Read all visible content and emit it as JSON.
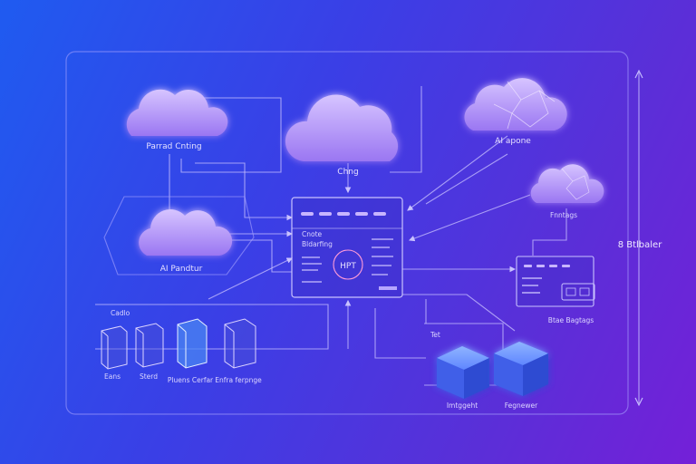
{
  "clouds": {
    "top_left": "Parrad Cnting",
    "center": "Chng",
    "top_right": "AI apone",
    "right": "Fnntags",
    "left": "AI Pandtur"
  },
  "hub": {
    "label_line1": "Cnote",
    "label_line2": "Bldarfing",
    "badge": "HPT"
  },
  "servers": {
    "group_label": "Cadlo",
    "items": [
      "Eans",
      "Sterd",
      "Pluens Cerfar",
      "Enfra ferpnge"
    ]
  },
  "right_panel": {
    "label": "Btae Bagtags"
  },
  "cubes": {
    "group_label": "Tet",
    "items": [
      "Imtggeht",
      "Fegnewer"
    ]
  },
  "side_label": "8 Btlbaler"
}
